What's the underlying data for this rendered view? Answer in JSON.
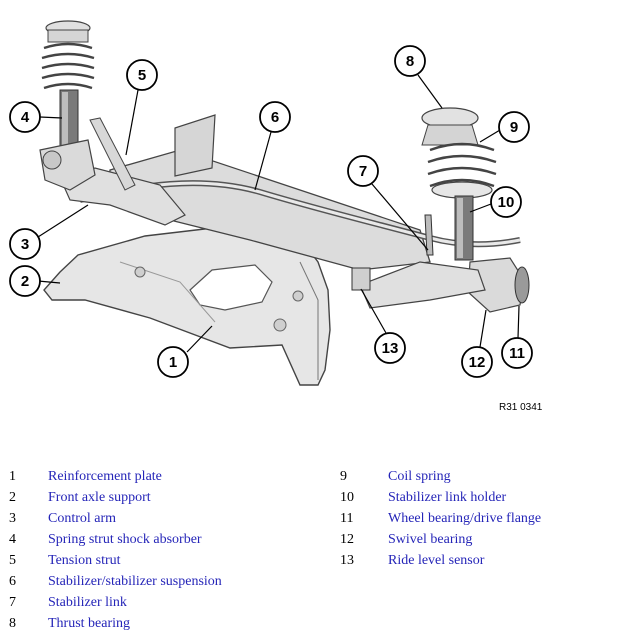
{
  "figure": {
    "reference_code": "R31 0341"
  },
  "legend": {
    "left_column": [
      {
        "num": "1",
        "name": "Reinforcement plate"
      },
      {
        "num": "2",
        "name": "Front axle support"
      },
      {
        "num": "3",
        "name": "Control arm"
      },
      {
        "num": "4",
        "name": "Spring strut shock absorber"
      },
      {
        "num": "5",
        "name": "Tension strut"
      },
      {
        "num": "6",
        "name": "Stabilizer/stabilizer suspension"
      },
      {
        "num": "7",
        "name": "Stabilizer link"
      },
      {
        "num": "8",
        "name": "Thrust bearing"
      }
    ],
    "right_column": [
      {
        "num": "9",
        "name": "Coil spring"
      },
      {
        "num": "10",
        "name": "Stabilizer link holder"
      },
      {
        "num": "11",
        "name": "Wheel bearing/drive flange"
      },
      {
        "num": "12",
        "name": "Swivel bearing"
      },
      {
        "num": "13",
        "name": "Ride level sensor"
      }
    ]
  },
  "colors": {
    "line": "#000000",
    "part_fill": "#e4e4e4",
    "legend_text": "#2525b8"
  }
}
